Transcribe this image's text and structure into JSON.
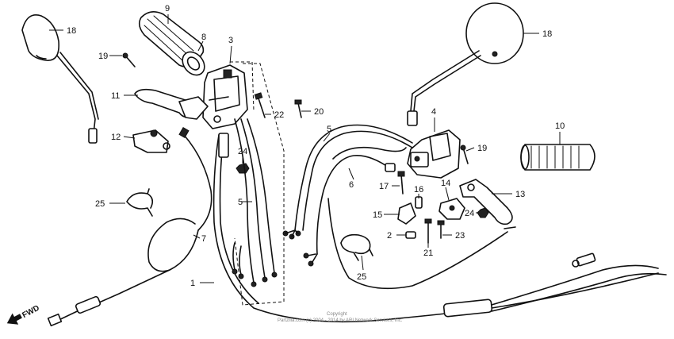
{
  "callouts": [
    {
      "key": "c18a",
      "label": "18"
    },
    {
      "key": "c9",
      "label": "9"
    },
    {
      "key": "c8",
      "label": "8"
    },
    {
      "key": "c3",
      "label": "3"
    },
    {
      "key": "c19a",
      "label": "19"
    },
    {
      "key": "c11",
      "label": "11"
    },
    {
      "key": "c12",
      "label": "12"
    },
    {
      "key": "c22",
      "label": "22"
    },
    {
      "key": "c20",
      "label": "20"
    },
    {
      "key": "c24a",
      "label": "24"
    },
    {
      "key": "c25a",
      "label": "25"
    },
    {
      "key": "c7",
      "label": "7"
    },
    {
      "key": "c1",
      "label": "1"
    },
    {
      "key": "c5a",
      "label": "5"
    },
    {
      "key": "c5b",
      "label": "5"
    },
    {
      "key": "c6",
      "label": "6"
    },
    {
      "key": "c4",
      "label": "4"
    },
    {
      "key": "c19b",
      "label": "19"
    },
    {
      "key": "c10",
      "label": "10"
    },
    {
      "key": "c18b",
      "label": "18"
    },
    {
      "key": "c17",
      "label": "17"
    },
    {
      "key": "c16",
      "label": "16"
    },
    {
      "key": "c14",
      "label": "14"
    },
    {
      "key": "c13",
      "label": "13"
    },
    {
      "key": "c15",
      "label": "15"
    },
    {
      "key": "c24b",
      "label": "24"
    },
    {
      "key": "c2",
      "label": "2"
    },
    {
      "key": "c23",
      "label": "23"
    },
    {
      "key": "c21",
      "label": "21"
    },
    {
      "key": "c25b",
      "label": "25"
    }
  ],
  "fwd_label": "FWD",
  "copyright": {
    "line1": "Copyright",
    "line2": "Partzilla.com (c) 2004 - 2014 by ARI Network Services, Inc."
  },
  "colors": {
    "ink": "#111111",
    "background": "#ffffff"
  }
}
